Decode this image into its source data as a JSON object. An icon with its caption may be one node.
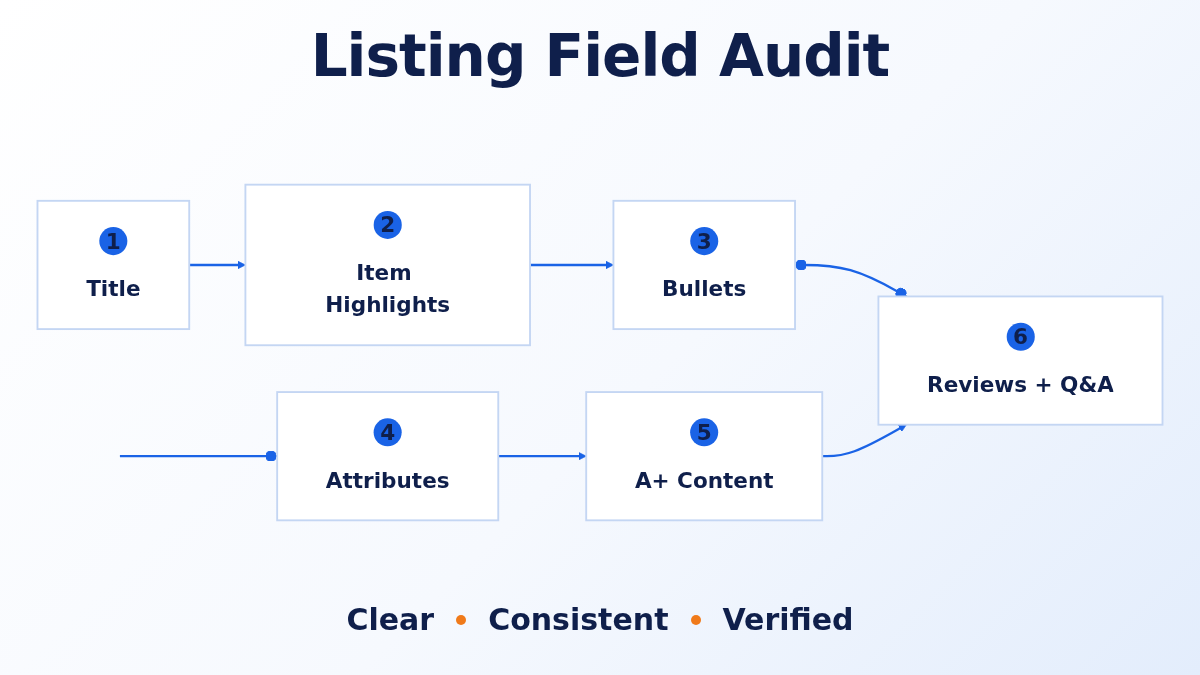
{
  "diagram": {
    "title": "Listing Field Audit",
    "nodes": [
      {
        "text": [
          "1",
          "Title"
        ]
      },
      {
        "text": [
          "2",
          "Item Highlights"
        ]
      },
      {
        "text": [
          "3",
          "Bullets"
        ]
      },
      {
        "text": [
          "4",
          "Attributes"
        ]
      },
      {
        "text": [
          "5",
          "A+ Content"
        ]
      },
      {
        "text": [
          "6",
          "Reviews + Q&A"
        ]
      }
    ],
    "edges": [
      {
        "from": 0,
        "to": 1,
        "arrow": "to"
      },
      {
        "from": 1,
        "to": 2,
        "arrow": "to"
      },
      {
        "from": 2,
        "to": 5,
        "arrow": "other"
      },
      {
        "from": null,
        "to": 3,
        "arrow": "other"
      },
      {
        "from": 3,
        "to": 4,
        "arrow": "to"
      },
      {
        "from": 4,
        "to": 5,
        "arrow": "to"
      }
    ],
    "labels": [
      "Clear",
      "Consistent",
      "Verified"
    ]
  }
}
